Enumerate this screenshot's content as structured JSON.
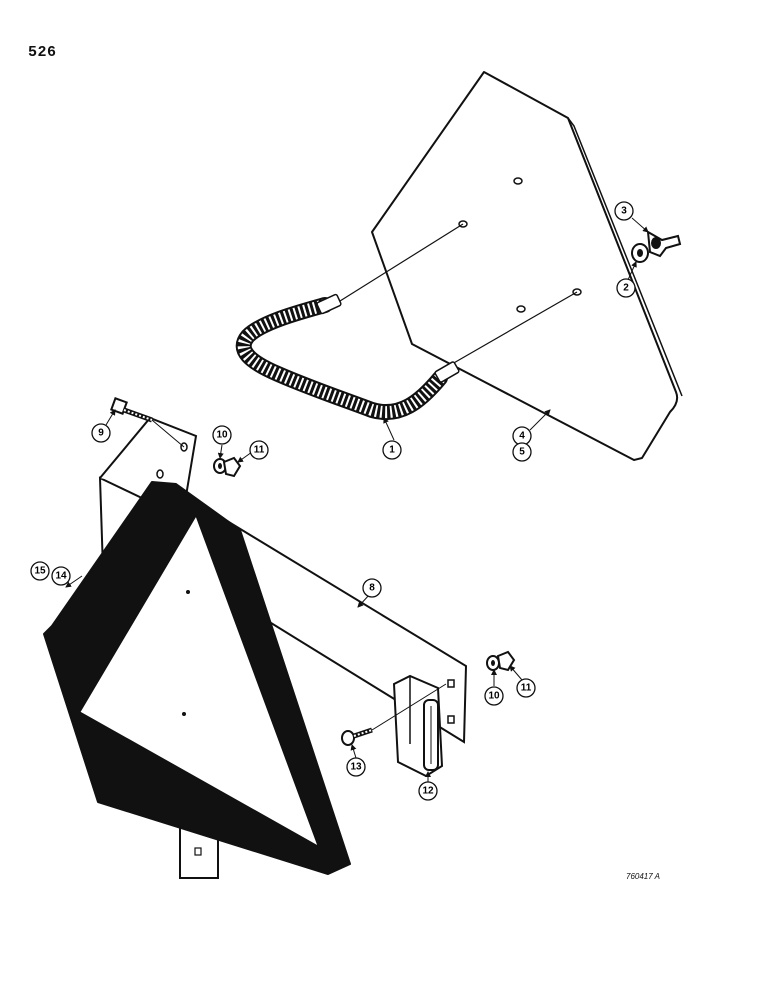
{
  "page_number": "526",
  "drawing_code": "760417 A",
  "callouts": {
    "c1": "1",
    "c2": "2",
    "c3": "3",
    "c4": "4",
    "c5": "5",
    "c8": "8",
    "c9": "9",
    "c10a": "10",
    "c11a": "11",
    "c10b": "10",
    "c11b": "11",
    "c12": "12",
    "c13": "13",
    "c14": "14",
    "c15": "15"
  }
}
